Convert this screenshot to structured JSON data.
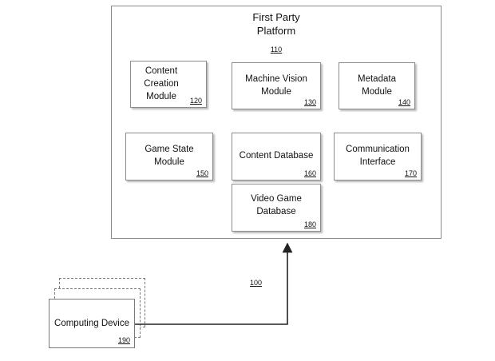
{
  "platform": {
    "title_line1": "First Party",
    "title_line2": "Platform",
    "ref": "110"
  },
  "modules": [
    {
      "lines": [
        "Content",
        "Creation",
        "Module"
      ],
      "ref": "120"
    },
    {
      "lines": [
        "Machine Vision",
        "Module"
      ],
      "ref": "130"
    },
    {
      "lines": [
        "Metadata",
        "Module"
      ],
      "ref": "140"
    },
    {
      "lines": [
        "Game State",
        "Module"
      ],
      "ref": "150"
    },
    {
      "lines": [
        "Content Database"
      ],
      "ref": "160"
    },
    {
      "lines": [
        "Communication",
        "Interface"
      ],
      "ref": "170"
    },
    {
      "lines": [
        "Video Game",
        "Database"
      ],
      "ref": "180"
    }
  ],
  "device": {
    "label": "Computing Device",
    "ref": "190"
  },
  "connection": {
    "ref": "100"
  }
}
